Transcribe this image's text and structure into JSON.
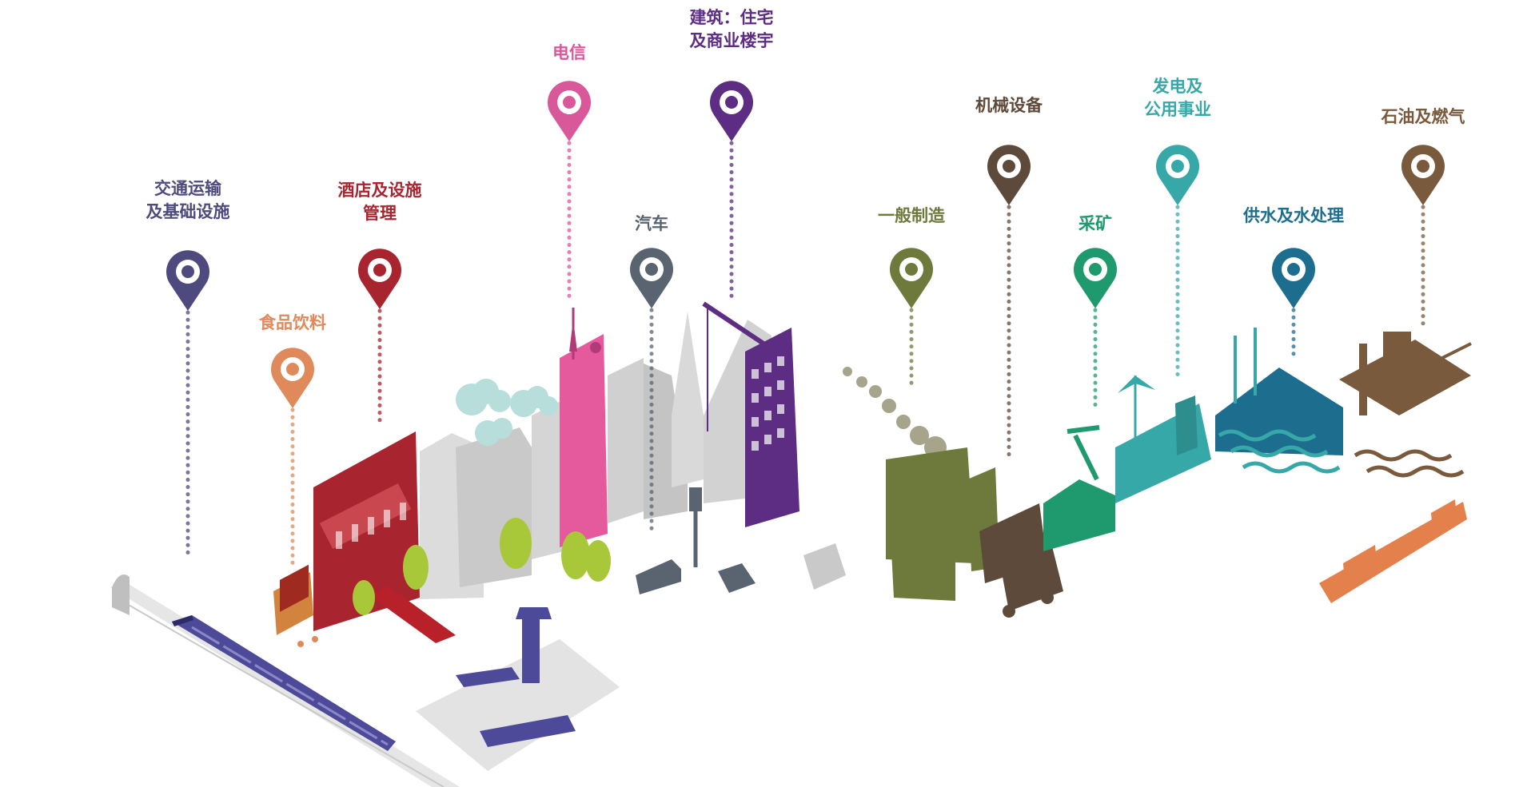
{
  "sectors": [
    {
      "id": "transport",
      "lines": [
        "交通运输",
        "及基础设施"
      ],
      "color": "#4e4a7e"
    },
    {
      "id": "food",
      "lines": [
        "食品饮料"
      ],
      "color": "#e08a5c"
    },
    {
      "id": "hotel",
      "lines": [
        "酒店及设施",
        "管理"
      ],
      "color": "#a8242f"
    },
    {
      "id": "telecom",
      "lines": [
        "电信"
      ],
      "color": "#d9589a"
    },
    {
      "id": "auto",
      "lines": [
        "汽车"
      ],
      "color": "#5a6470"
    },
    {
      "id": "construction",
      "lines": [
        "建筑：住宅",
        "及商业楼宇"
      ],
      "color": "#5c2d82"
    },
    {
      "id": "manufacturing",
      "lines": [
        "一般制造"
      ],
      "color": "#6e7a3c"
    },
    {
      "id": "machinery",
      "lines": [
        "机械设备"
      ],
      "color": "#5e4a3a"
    },
    {
      "id": "mining",
      "lines": [
        "采矿"
      ],
      "color": "#1f9a6e"
    },
    {
      "id": "power",
      "lines": [
        "发电及",
        "公用事业"
      ],
      "color": "#36a8a8"
    },
    {
      "id": "water",
      "lines": [
        "供水及水处理"
      ],
      "color": "#1d6e8e"
    },
    {
      "id": "oil",
      "lines": [
        "石油及燃气"
      ],
      "color": "#7a5a3c"
    }
  ]
}
